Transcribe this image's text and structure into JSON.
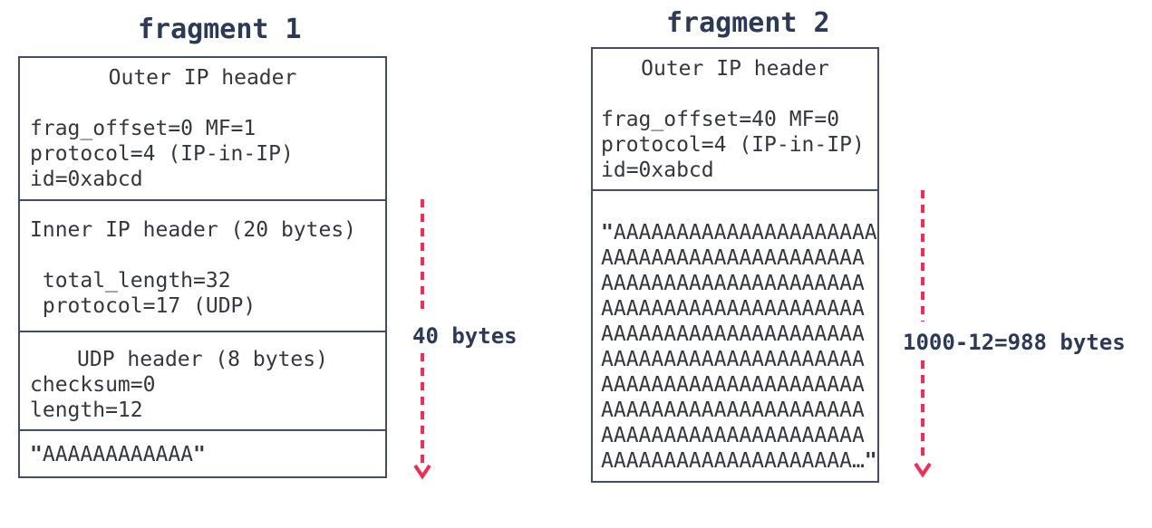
{
  "colors": {
    "box_border": "#414d63",
    "body_text": "#34373e",
    "heading_text": "#2d3a56",
    "arrow_red": "#ef2d55",
    "background": "#ffffff"
  },
  "fragment1": {
    "title": "fragment 1",
    "outer_ip": {
      "heading": "Outer IP header",
      "fields": [
        "frag_offset=0 MF=1",
        "protocol=4 (IP-in-IP)",
        "id=0xabcd"
      ]
    },
    "inner_ip": {
      "heading": "Inner IP header (20 bytes)",
      "fields": [
        " total_length=32",
        " protocol=17 (UDP)"
      ]
    },
    "udp": {
      "heading": "UDP header (8 bytes)",
      "fields": [
        "checksum=0",
        "length=12"
      ]
    },
    "payload": {
      "open_quote": "\"",
      "text": "AAAAAAAAAAAA",
      "close_quote": "\""
    },
    "size_label": "40 bytes"
  },
  "fragment2": {
    "title": "fragment 2",
    "outer_ip": {
      "heading": "Outer IP header",
      "fields": [
        "frag_offset=40 MF=0",
        "protocol=4 (IP-in-IP)",
        "id=0xabcd"
      ]
    },
    "payload": {
      "open_quote": "\"",
      "lines": [
        "AAAAAAAAAAAAAAAAAAAAA",
        "AAAAAAAAAAAAAAAAAAAAA",
        "AAAAAAAAAAAAAAAAAAAAA",
        "AAAAAAAAAAAAAAAAAAAAA",
        "AAAAAAAAAAAAAAAAAAAAA",
        "AAAAAAAAAAAAAAAAAAAAA",
        "AAAAAAAAAAAAAAAAAAAAA",
        "AAAAAAAAAAAAAAAAAAAAA",
        "AAAAAAAAAAAAAAAAAAAAA",
        "AAAAAAAAAAAAAAAAAAAA…"
      ],
      "close_quote": "\""
    },
    "size_label": "1000-12=988 bytes"
  }
}
